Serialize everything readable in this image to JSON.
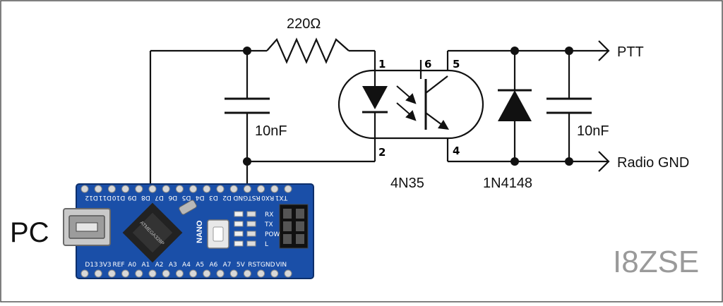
{
  "labels": {
    "resistor": "220Ω",
    "cap_left": "10nF",
    "cap_right": "10nF",
    "ptt": "PTT",
    "radio_gnd": "Radio GND",
    "optocoupler": "4N35",
    "diode": "1N4148",
    "pc": "PC",
    "author": "I8ZSE"
  },
  "pins": {
    "p1": "1",
    "p2": "2",
    "p4": "4",
    "p5": "5",
    "p6": "6"
  },
  "board": {
    "chip_text": "ATMEGA328P",
    "nano": "NANO",
    "led_labels": [
      "RX",
      "TX",
      "POW",
      "L"
    ],
    "top_pins": [
      "D12",
      "D11",
      "D10",
      "D9",
      "D8",
      "D7",
      "D6",
      "D5",
      "D4",
      "D3",
      "D2",
      "GND",
      "RST",
      "RX0",
      "TX1"
    ],
    "bottom_pins": [
      "D13",
      "3V3",
      "REF",
      "A0",
      "A1",
      "A2",
      "A3",
      "A4",
      "A5",
      "A6",
      "A7",
      "5V",
      "RST",
      "GND",
      "VIN"
    ]
  },
  "colors": {
    "board": "#1a4fa8",
    "wire": "#111111",
    "author": "#9a9a9a"
  }
}
